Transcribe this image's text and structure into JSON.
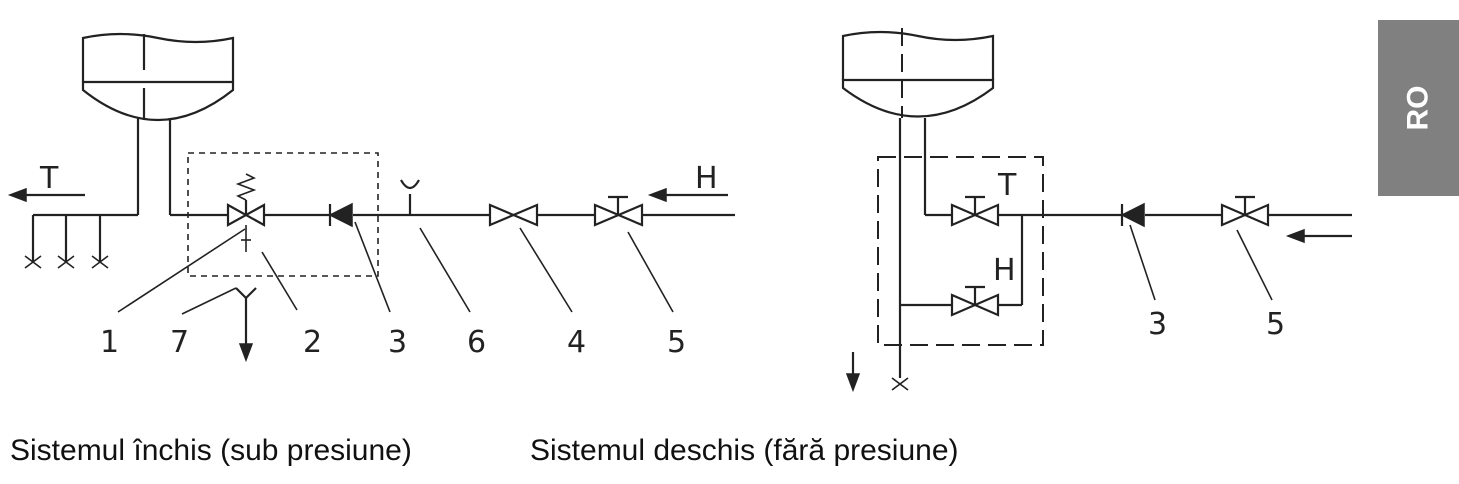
{
  "captions": {
    "closed_system": "Sistemul închis (sub presiune)",
    "open_system": "Sistemul deschis (fără presiune)"
  },
  "language_tab": "RO",
  "left_diagram": {
    "flow_label_t": "T",
    "flow_label_h": "H",
    "callouts": [
      "1",
      "7",
      "2",
      "3",
      "6",
      "4",
      "5"
    ]
  },
  "right_diagram": {
    "valve_label_t": "T",
    "valve_label_h": "H",
    "callouts": [
      "3",
      "5"
    ]
  }
}
